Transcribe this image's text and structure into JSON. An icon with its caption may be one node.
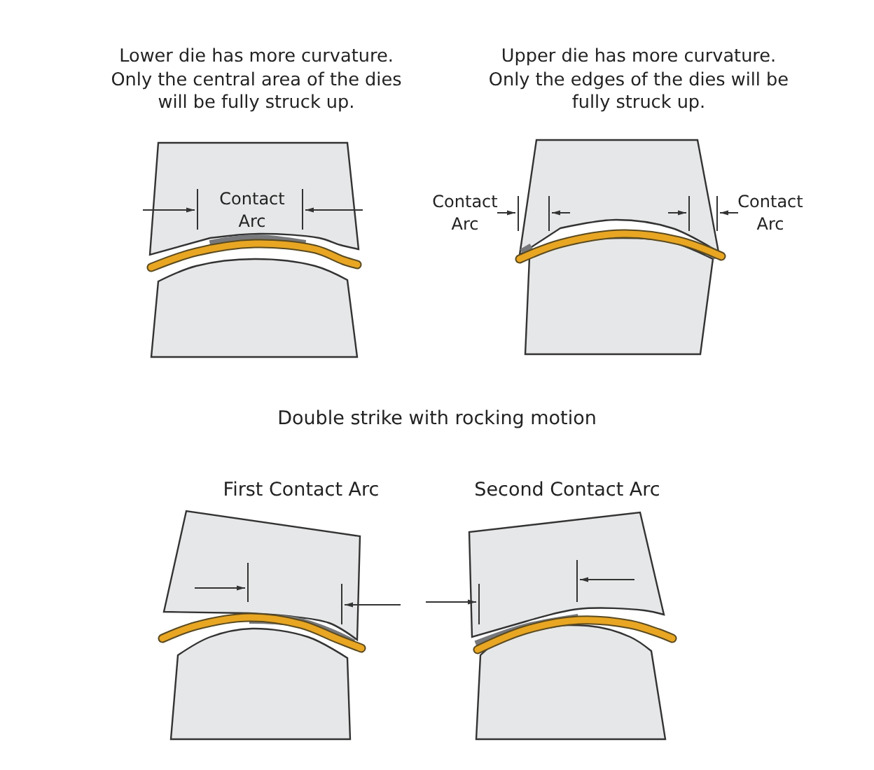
{
  "diagram": {
    "labels": [
      "Lower die has more curvature. Only the central area of the dies will be fully struck up.",
      "Upper die has more curvature. Only the edges of the dies will be fully struck up.",
      "Contact Arc",
      "Contact Arc",
      "Contact Arc",
      "Double strike with rocking motion",
      "First Contact Arc",
      "Second Contact Arc"
    ]
  }
}
